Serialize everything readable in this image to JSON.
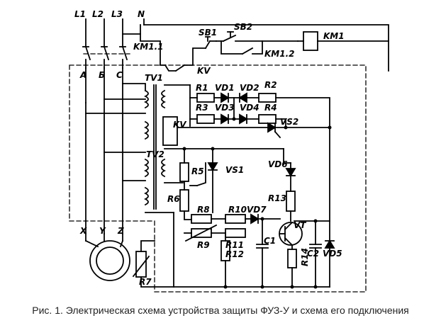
{
  "caption": "Рис. 1. Электрическая схема устройства защиты ФУЗ-У и схема его подключения",
  "labels": {
    "L1": "L1",
    "L2": "L2",
    "L3": "L3",
    "N": "N",
    "KM1": "KM1",
    "KM1_1": "KM1.1",
    "KM1_2": "KM1.2",
    "SB1": "SB1",
    "SB2": "SB2",
    "KV_contact": "KV",
    "A": "A",
    "B": "Б",
    "C": "C",
    "TV1": "TV1",
    "TV2": "TV2",
    "KV_coil": "KV",
    "R1": "R1",
    "R2": "R2",
    "R3": "R3",
    "R4": "R4",
    "R5": "R5",
    "R6": "R6",
    "R7": "R7",
    "R8": "R8",
    "R9": "R9",
    "R10": "R10",
    "R11": "R11",
    "R12": "R12",
    "R13": "R13",
    "R14": "R14",
    "VD1": "VD1",
    "VD2": "VD2",
    "VD3": "VD3",
    "VD4": "VD4",
    "VD5": "VD5",
    "VD6": "VD6",
    "VD7": "VD7",
    "VS1": "VS1",
    "VS2": "VS2",
    "VT": "VT",
    "C1": "C1",
    "C2": "C2",
    "X": "X",
    "Y": "Y",
    "Z": "Z"
  }
}
